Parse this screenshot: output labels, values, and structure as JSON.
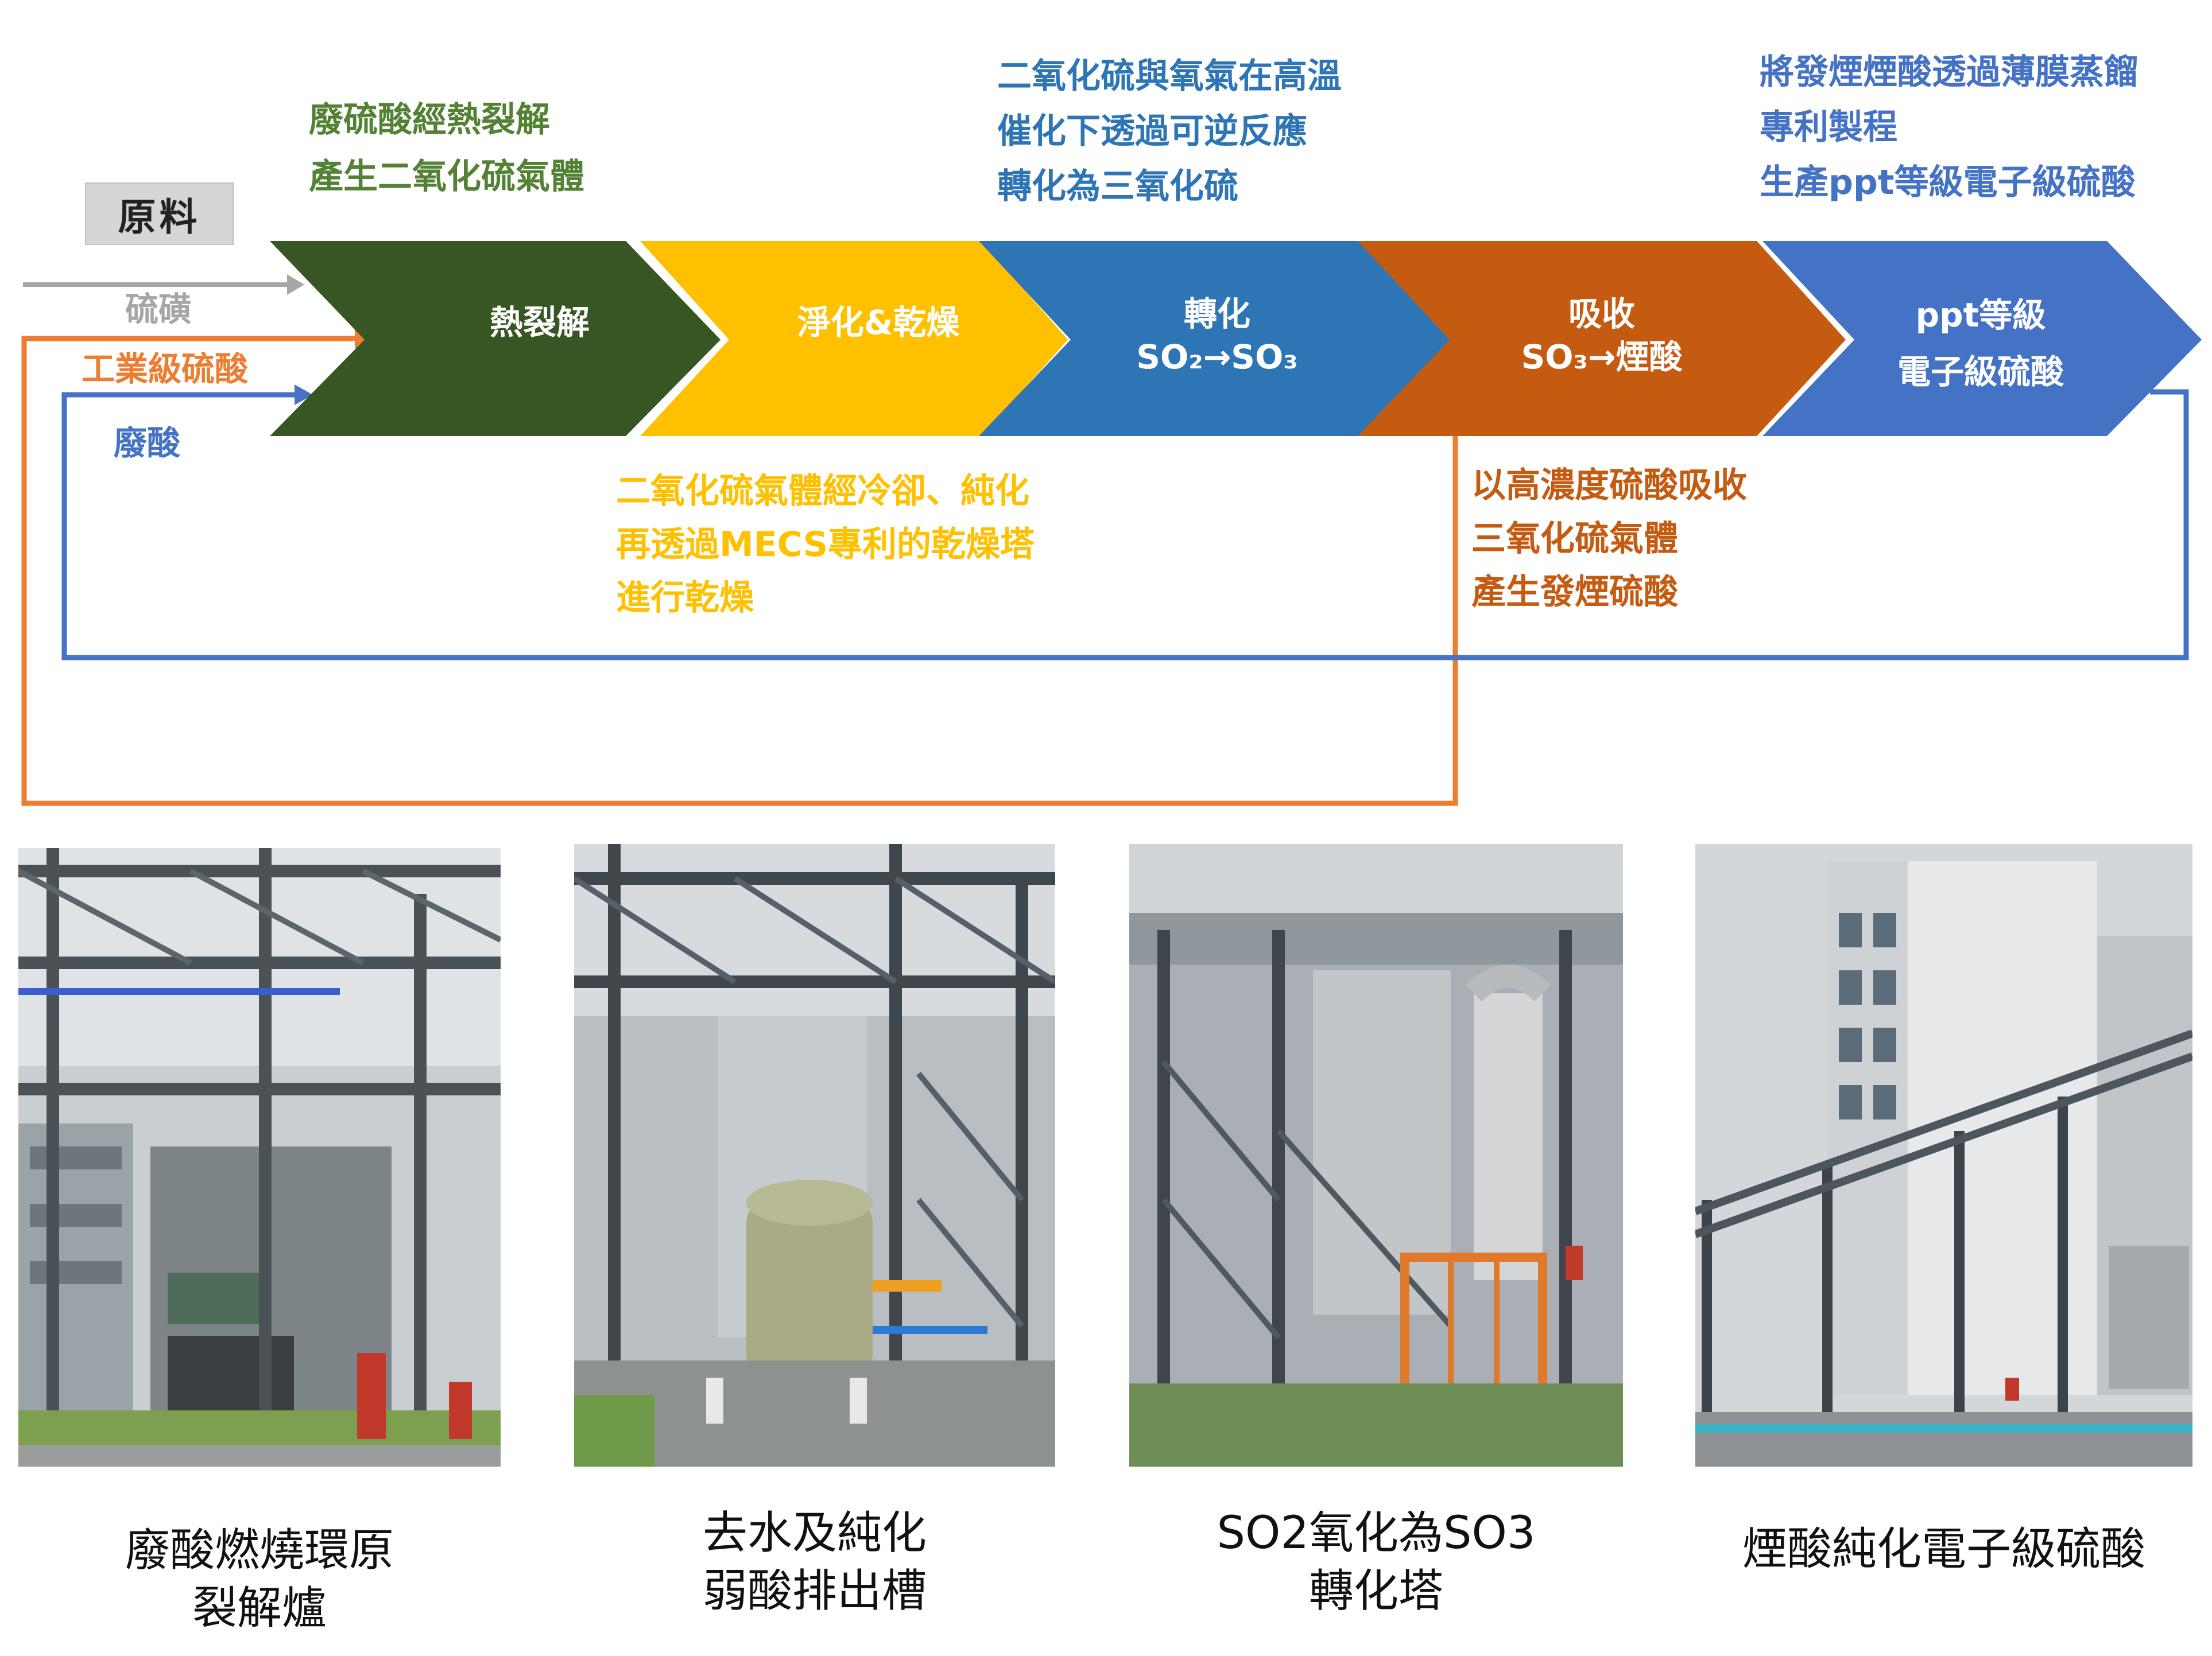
{
  "raw_material_label": "原料",
  "inputs": [
    {
      "label": "硫磺",
      "color": "#a6a6a6"
    },
    {
      "label": "工業級硫酸",
      "color": "#ed7d31"
    },
    {
      "label": "廢酸",
      "color": "#4472c4"
    }
  ],
  "stages": [
    {
      "line1": "熱裂解",
      "line2": "",
      "color": "#375623"
    },
    {
      "line1": "淨化&乾燥",
      "line2": "",
      "color": "#ffc000"
    },
    {
      "line1": "轉化",
      "line2": "SO₂→SO₃",
      "color": "#2e75b6"
    },
    {
      "line1": "吸收",
      "line2": "SO₃→煙酸",
      "color": "#c55a11"
    },
    {
      "line1": "ppt等級",
      "line2": "電子級硫酸",
      "color": "#4472c4"
    }
  ],
  "notes": {
    "thermal": {
      "lines": [
        "廢硫酸經熱裂解",
        "產生二氧化硫氣體"
      ],
      "color": "#548235"
    },
    "purify": {
      "lines": [
        "二氧化硫氣體經冷卻、純化",
        "再透過MECS專利的乾燥塔",
        "進行乾燥"
      ],
      "color": "#ffc000"
    },
    "convert": {
      "lines": [
        "二氧化硫與氧氣在高溫",
        "催化下透過可逆反應",
        "轉化為三氧化硫"
      ],
      "color": "#2e75b6"
    },
    "absorb": {
      "lines": [
        "以高濃度硫酸吸收",
        "三氧化硫氣體",
        "產生發煙硫酸"
      ],
      "color": "#c55a11"
    },
    "product": {
      "lines": [
        "將發煙煙酸透過薄膜蒸餾",
        "專利製程",
        "生產ppt等級電子級硫酸"
      ],
      "color": "#4472c4"
    }
  },
  "photos": [
    {
      "caption_lines": [
        "廢酸燃燒環原",
        "裂解爐"
      ],
      "icon": "cracking-furnace-photo"
    },
    {
      "caption_lines": [
        "去水及純化",
        "弱酸排出槽"
      ],
      "icon": "purification-tank-photo"
    },
    {
      "caption_lines": [
        "SO2氧化為SO3",
        "轉化塔"
      ],
      "icon": "conversion-tower-photo"
    },
    {
      "caption_lines": [
        "煙酸純化電子級硫酸"
      ],
      "icon": "purification-building-photo"
    }
  ]
}
